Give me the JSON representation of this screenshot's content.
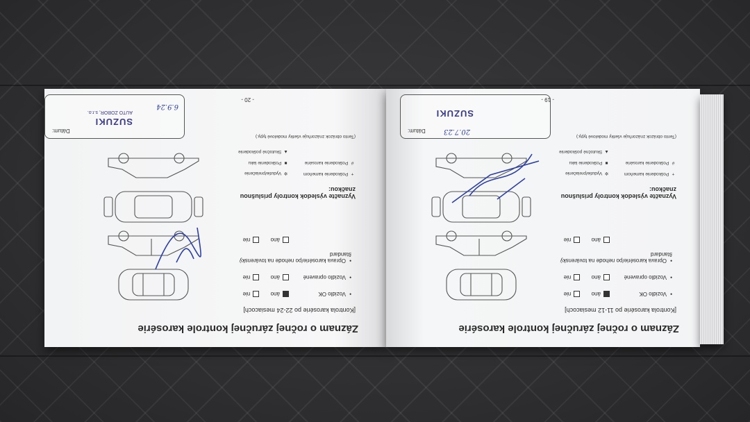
{
  "page_left": {
    "page_number": "- 20 -",
    "heading": "Záznam o ročnej záručnej kontrole karosérie",
    "subheading": "[Kontrola karosérie po 22-24 mesiacoch]",
    "rows": [
      {
        "label": "Vozidlo OK",
        "checked": "ano"
      },
      {
        "label": "Vozidlo opravené",
        "checked": ""
      },
      {
        "label": "Oprava karosérie/po nehode na továrenský štandard",
        "checked": ""
      }
    ],
    "option_yes": "áno",
    "option_no": "nie",
    "legend_title": "Vyznačte výsledok kontroly príslušnou značkou:",
    "legend": [
      {
        "sym": "+",
        "text": "Poškodenie kameňom"
      },
      {
        "sym": "✲",
        "text": "Vydutie/prelačenie"
      },
      {
        "sym": "#",
        "text": "Poškodenie karosérie"
      },
      {
        "sym": "■",
        "text": "Poškodenie laku"
      },
      {
        "sym": "▲",
        "text": "Skutočné poškodenie"
      }
    ],
    "note": "(Tento obrázok znázorňuje všetky modelové typy.)",
    "stamp_label": "Dátum:",
    "stamp_brand": "SUZUKI",
    "stamp_company": "AUTO ZOBOR, s.r.o.",
    "stamp_date": "6.9.24"
  },
  "page_right": {
    "page_number": "- 19 -",
    "heading": "Záznam o ročnej záručnej kontrole karosérie",
    "subheading": "[Kontrola karosérie po 11-12 mesiacoch]",
    "rows": [
      {
        "label": "Vozidlo OK",
        "checked": "ano"
      },
      {
        "label": "Vozidlo opravené",
        "checked": ""
      },
      {
        "label": "Oprava karosérie/po nehode na továrenský štandard",
        "checked": ""
      }
    ],
    "option_yes": "áno",
    "option_no": "nie",
    "legend_title": "Vyznačte výsledok kontroly príslušnou značkou:",
    "legend": [
      {
        "sym": "+",
        "text": "Poškodenie kameňom"
      },
      {
        "sym": "✲",
        "text": "Vydutie/prelačenie"
      },
      {
        "sym": "#",
        "text": "Poškodenie karosérie"
      },
      {
        "sym": "■",
        "text": "Poškodenie laku"
      },
      {
        "sym": "▲",
        "text": "Skutočné poškodenie"
      }
    ],
    "note": "(Tento obrázok znázorňuje všetky modelové typy.)",
    "stamp_label": "Dátum:",
    "stamp_brand": "SUZUKI",
    "stamp_date": "20.7.23"
  },
  "colors": {
    "paper": "#f4f5f6",
    "ink_blue": "#2b3ea8",
    "seat": "#2f2f31"
  }
}
